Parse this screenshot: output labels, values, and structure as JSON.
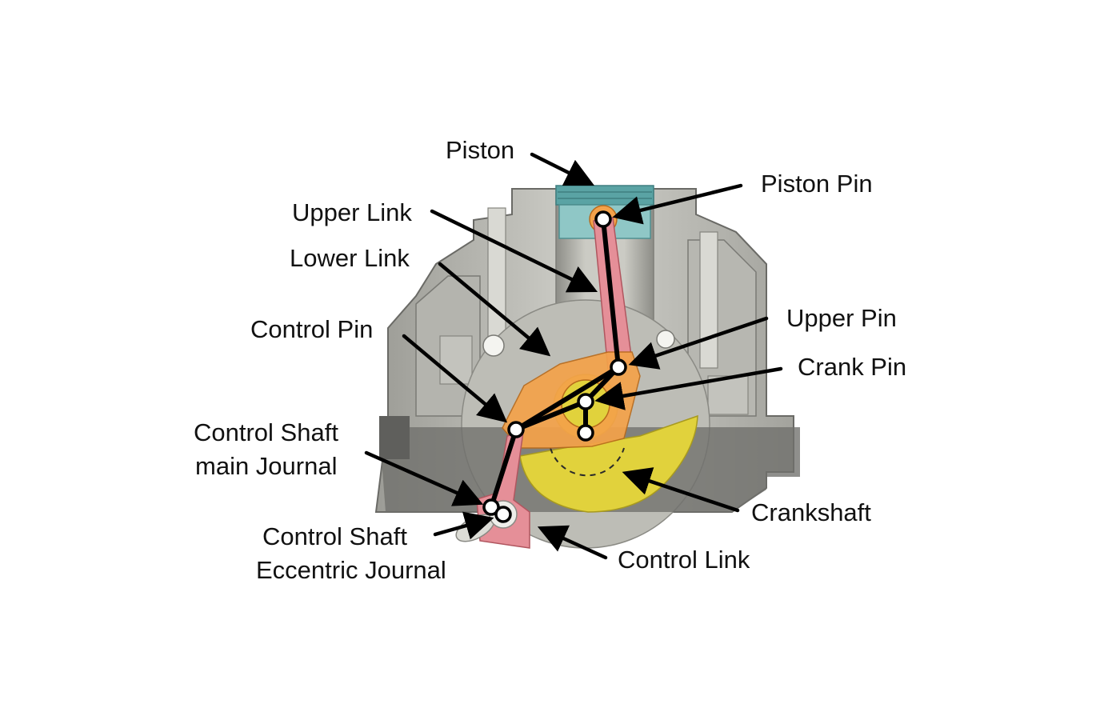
{
  "labels": {
    "piston": "Piston",
    "piston_pin": "Piston Pin",
    "upper_link": "Upper Link",
    "lower_link": "Lower Link",
    "control_pin": "Control Pin",
    "upper_pin": "Upper Pin",
    "crank_pin": "Crank Pin",
    "control_shaft_main_journal": [
      "Control Shaft",
      "main Journal"
    ],
    "crankshaft": "Crankshaft",
    "control_shaft_eccentric_journal": [
      "Control Shaft",
      "Eccentric Journal"
    ],
    "control_link": "Control Link"
  },
  "colors": {
    "engine_block_light": "#c9c9c3",
    "engine_block_mid": "#a9a9a3",
    "engine_block_dark": "#6e6e6a",
    "cylinder_bore": "#bfbfb8",
    "lower_band": "#6f6f6c",
    "piston": "#8fc7c6",
    "piston_dark": "#5aa3a4",
    "upper_link": "#e58f98",
    "lower_link": "#f4a24a",
    "crankshaft": "#e1d23c",
    "control_link": "#e58f98"
  }
}
